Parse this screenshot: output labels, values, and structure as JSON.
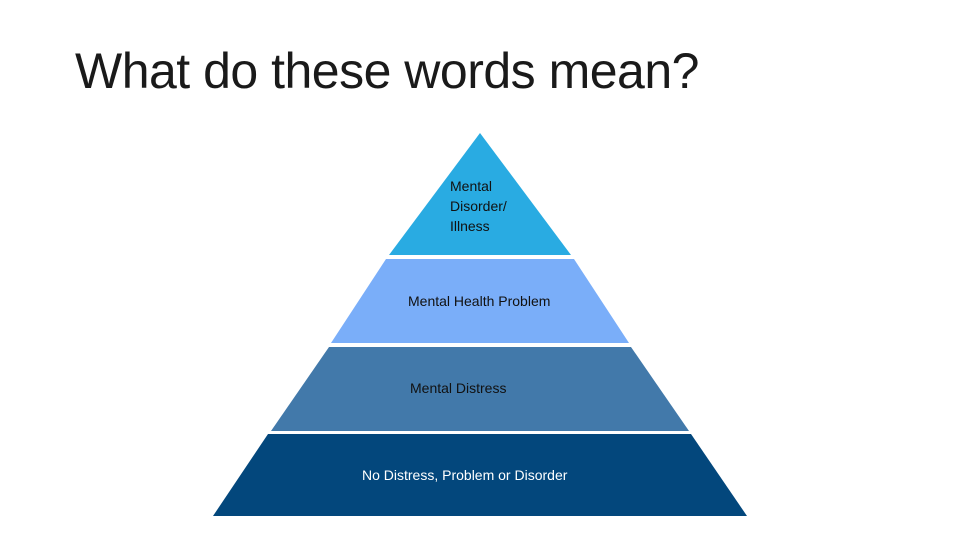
{
  "slide": {
    "title": "What do these words mean?"
  },
  "pyramid": {
    "tiers": [
      {
        "label": "Mental\nDisorder/\nIllness",
        "color": "#29abe2"
      },
      {
        "label": "Mental Health Problem",
        "color": "#7aaef9"
      },
      {
        "label": "Mental Distress",
        "color": "#4279aa"
      },
      {
        "label": "No Distress, Problem or Disorder",
        "color": "#03477c"
      }
    ]
  }
}
